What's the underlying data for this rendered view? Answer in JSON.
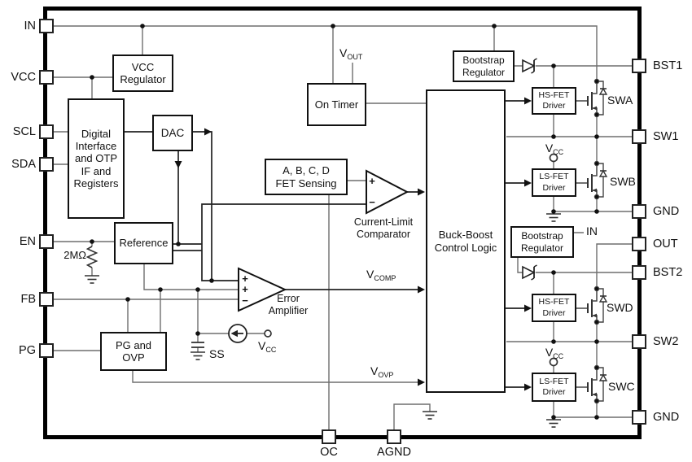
{
  "pins": {
    "left": [
      "IN",
      "VCC",
      "SCL",
      "SDA",
      "EN",
      "FB",
      "PG"
    ],
    "right": [
      "BST1",
      "SW1",
      "GND",
      "OUT",
      "BST2",
      "SW2",
      "GND"
    ],
    "bottom": [
      "OC",
      "AGND"
    ]
  },
  "blocks": {
    "vcc_regulator": "VCC\nRegulator",
    "digital_interface": "Digital\nInterface\nand OTP\nIF and\nRegisters",
    "dac": "DAC",
    "reference": "Reference",
    "on_timer": "On Timer",
    "fet_sensing": "A, B, C, D\nFET Sensing",
    "buck_boost": "Buck-Boost\nControl Logic",
    "pg_ovp": "PG and\nOVP",
    "bootstrap_regulator_1": "Bootstrap\nRegulator",
    "bootstrap_regulator_2": "Bootstrap\nRegulator",
    "hs_fet_driver_1": "HS-FET\nDriver",
    "ls_fet_driver_1": "LS-FET\nDriver",
    "hs_fet_driver_2": "HS-FET\nDriver",
    "ls_fet_driver_2": "LS-FET\nDriver"
  },
  "amplifiers": {
    "current_limit_label": "Current-Limit\nComparator",
    "error_amp_label": "Error\nAmplifier",
    "plus": "+",
    "minus": "−"
  },
  "nets": {
    "v_out": {
      "m": "V",
      "s": "OUT"
    },
    "v_cc": {
      "m": "V",
      "s": "CC"
    },
    "v_comp": {
      "m": "V",
      "s": "COMP"
    },
    "v_ovp": {
      "m": "V",
      "s": "OVP"
    },
    "in_net": "IN",
    "ss": "SS",
    "en_resistor": "2MΩ"
  },
  "fets": {
    "swa": "SWA",
    "swb": "SWB",
    "swc": "SWC",
    "swd": "SWD"
  },
  "colors": {
    "wire": "#6e6e6e",
    "wire_dark": "#222222",
    "ink": "#111111"
  }
}
